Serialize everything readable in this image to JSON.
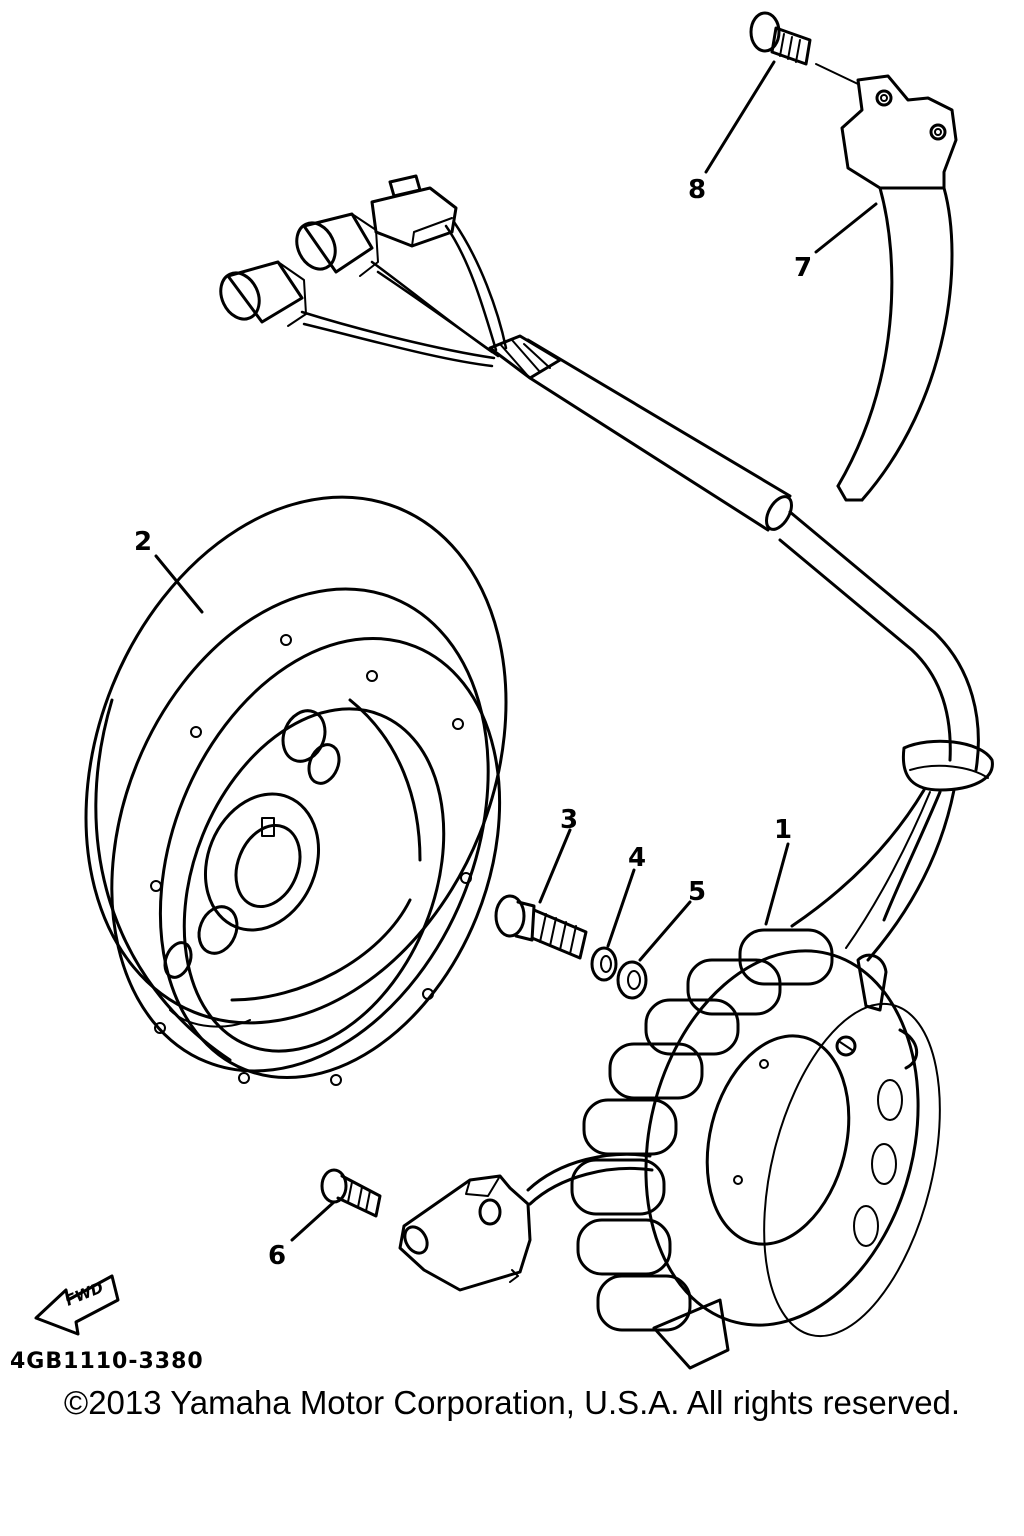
{
  "diagram": {
    "callouts": [
      "1",
      "2",
      "3",
      "4",
      "5",
      "6",
      "7",
      "8"
    ],
    "fwd_label": "FWD",
    "figure_code": "4GB1110-3380"
  },
  "footer": {
    "copyright": "©2013 Yamaha Motor Corporation, U.S.A. All rights reserved."
  }
}
